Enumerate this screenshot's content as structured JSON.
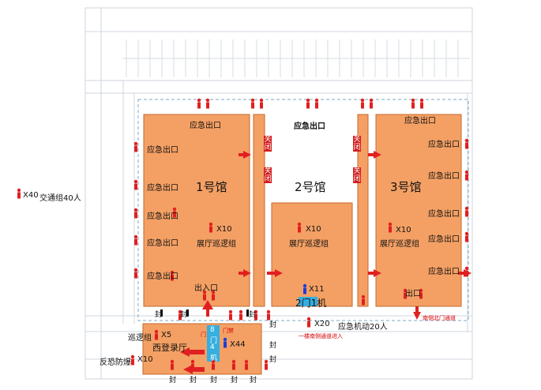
{
  "legend": {
    "guard_count": "X40",
    "traffic_group": "交通组40人"
  },
  "halls": [
    {
      "name": "1号馆"
    },
    {
      "name": "2号馆"
    },
    {
      "name": "3号馆"
    }
  ],
  "labels": {
    "emergency_exit": "应急出口",
    "patrol_count": "X10",
    "patrol_group": "展厅巡逻组",
    "hall2_count": "X11",
    "entrance_exit": "出入口",
    "exit": "出口",
    "machine": "2门1机",
    "closed": "关闭",
    "seal": "封",
    "emergency_motor_count": "X20",
    "emergency_motor": "应急机动20人",
    "patrol_group_left": "巡逻组",
    "patrol_left_count": "X5",
    "registration_hall": "西登录厅",
    "antiterror": "反恐防爆",
    "antiterror_count": "X10",
    "security_count": "X44",
    "gate": "门",
    "gate_numbers": [
      "8",
      "门",
      "4",
      "机"
    ],
    "door_label": "门禁",
    "corridor_note": "一楼南侧通道进入",
    "road_note": "南侧北门通道"
  },
  "colors": {
    "hall_fill": "#f4a064",
    "hall_stroke": "#c46a2c",
    "accent_red": "#d60000",
    "guard_red": "#e02020",
    "blue": "#1c3fd6",
    "cyan": "#35aee0"
  }
}
